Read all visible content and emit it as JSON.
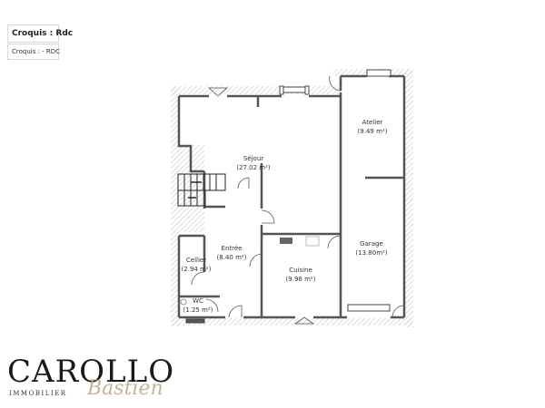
{
  "header": {
    "title": "Croquis : Rdc",
    "subtitle": "Croquis : - RDC"
  },
  "plan": {
    "wall_color": "#555555",
    "hatch_color": "#bbbbbb",
    "rooms": [
      {
        "name": "Séjour",
        "area": "(27.02 m²)"
      },
      {
        "name": "Atelier",
        "area": "(9.49 m²)"
      },
      {
        "name": "Entrée",
        "area": "(8.40 m²)"
      },
      {
        "name": "Cellier",
        "area": "(2.94 m²)"
      },
      {
        "name": "Cuisine",
        "area": "(9.98 m²)"
      },
      {
        "name": "Garage",
        "area": "(13.80m²)"
      },
      {
        "name": "WC",
        "area": "(1.25 m²)"
      }
    ]
  },
  "logo": {
    "main": "CAROLLO",
    "sub": "IMMOBILIER",
    "script": "Bastien",
    "script_color": "#b8a88a"
  }
}
